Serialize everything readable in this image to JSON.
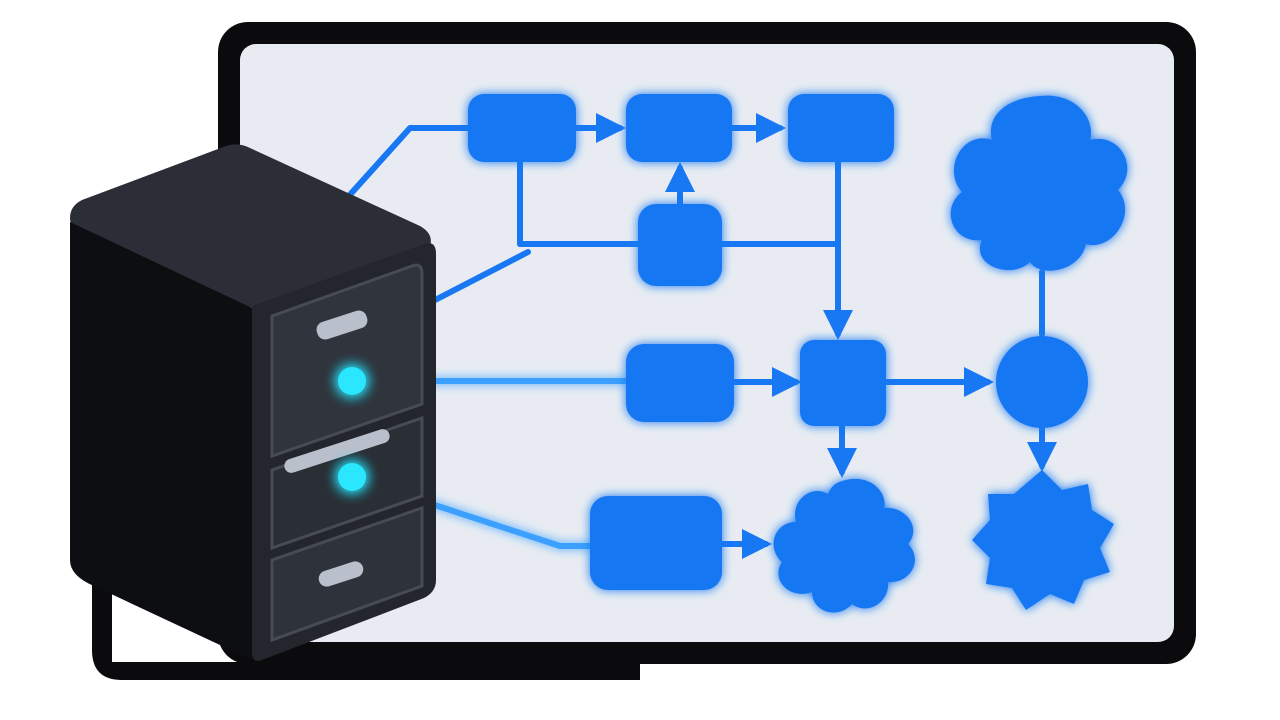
{
  "colors": {
    "background": "#ffffff",
    "frame_fill": "#e8ecf2",
    "frame_stroke": "#0b0b0d",
    "node_fill": "#1877f2",
    "node_glow": "#7db2ff",
    "connector": "#1877f2",
    "data_line": "#3aa0ff",
    "server_dark": "#0d0e12",
    "server_mid": "#23262d",
    "server_top": "#2b2e36",
    "server_panel": "#3a3f48",
    "indicator": "#29e6ff",
    "slot_light": "#b9c0cc"
  },
  "icons": {
    "server": "server-rack-icon",
    "indicator": "status-led-icon",
    "flower_node": "flower-node-icon",
    "starburst_node": "starburst-node-icon"
  },
  "diagram": {
    "nodes": [
      {
        "id": "top-a",
        "shape": "rounded-rect"
      },
      {
        "id": "top-b",
        "shape": "rounded-rect"
      },
      {
        "id": "top-c",
        "shape": "rounded-rect"
      },
      {
        "id": "mid-square",
        "shape": "rounded-square"
      },
      {
        "id": "flower-top",
        "shape": "flower-5-lobe"
      },
      {
        "id": "row-rect",
        "shape": "rounded-rect"
      },
      {
        "id": "row-square",
        "shape": "rounded-square"
      },
      {
        "id": "row-circle",
        "shape": "circle"
      },
      {
        "id": "bottom-rect",
        "shape": "rounded-rect"
      },
      {
        "id": "bottom-flower",
        "shape": "flower-8-lobe"
      },
      {
        "id": "bottom-star",
        "shape": "starburst"
      }
    ],
    "edges": [
      {
        "from": "server",
        "to": "top-a"
      },
      {
        "from": "top-a",
        "to": "top-b"
      },
      {
        "from": "top-b",
        "to": "top-c"
      },
      {
        "from": "mid-square",
        "to": "top-b"
      },
      {
        "from": "server",
        "to": "bus"
      },
      {
        "from": "top-a",
        "to": "bus"
      },
      {
        "from": "top-c",
        "to": "row-square"
      },
      {
        "from": "server-led-1",
        "to": "row-rect"
      },
      {
        "from": "row-rect",
        "to": "row-square"
      },
      {
        "from": "row-square",
        "to": "row-circle"
      },
      {
        "from": "row-square",
        "to": "bottom-flower"
      },
      {
        "from": "flower-top",
        "to": "row-circle"
      },
      {
        "from": "row-circle",
        "to": "bottom-star"
      },
      {
        "from": "server-led-2",
        "to": "bottom-rect"
      },
      {
        "from": "bottom-rect",
        "to": "bottom-flower"
      }
    ]
  }
}
